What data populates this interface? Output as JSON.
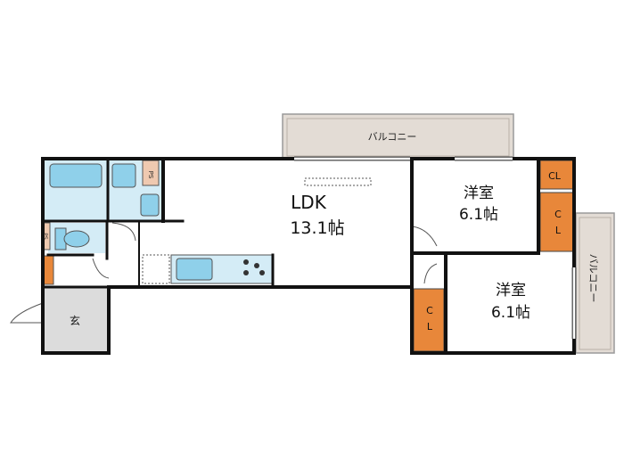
{
  "balcony_top": {
    "label": "バルコニー"
  },
  "balcony_right": {
    "label": "バルコニー"
  },
  "ldk": {
    "name": "LDK",
    "size": "13.1帖"
  },
  "bedroom_1": {
    "name": "洋室",
    "size": "6.1帖"
  },
  "bedroom_2": {
    "name": "洋室",
    "size": "6.1帖"
  },
  "closets": {
    "cl_top_small": "CL",
    "cl_top_tall": "CL",
    "cl_bottom": "CL"
  },
  "ps_1": "PS",
  "ps_2": "PS",
  "entrance": {
    "label": "玄"
  },
  "colors": {
    "wall": "#111111",
    "balcony": "#e3dcd5",
    "wet_area": "#d4ecf6",
    "fixture": "#8fd0ea",
    "closet": "#e8873a",
    "ps_box": "#efc9b0",
    "entrance": "#dcdcdc"
  }
}
